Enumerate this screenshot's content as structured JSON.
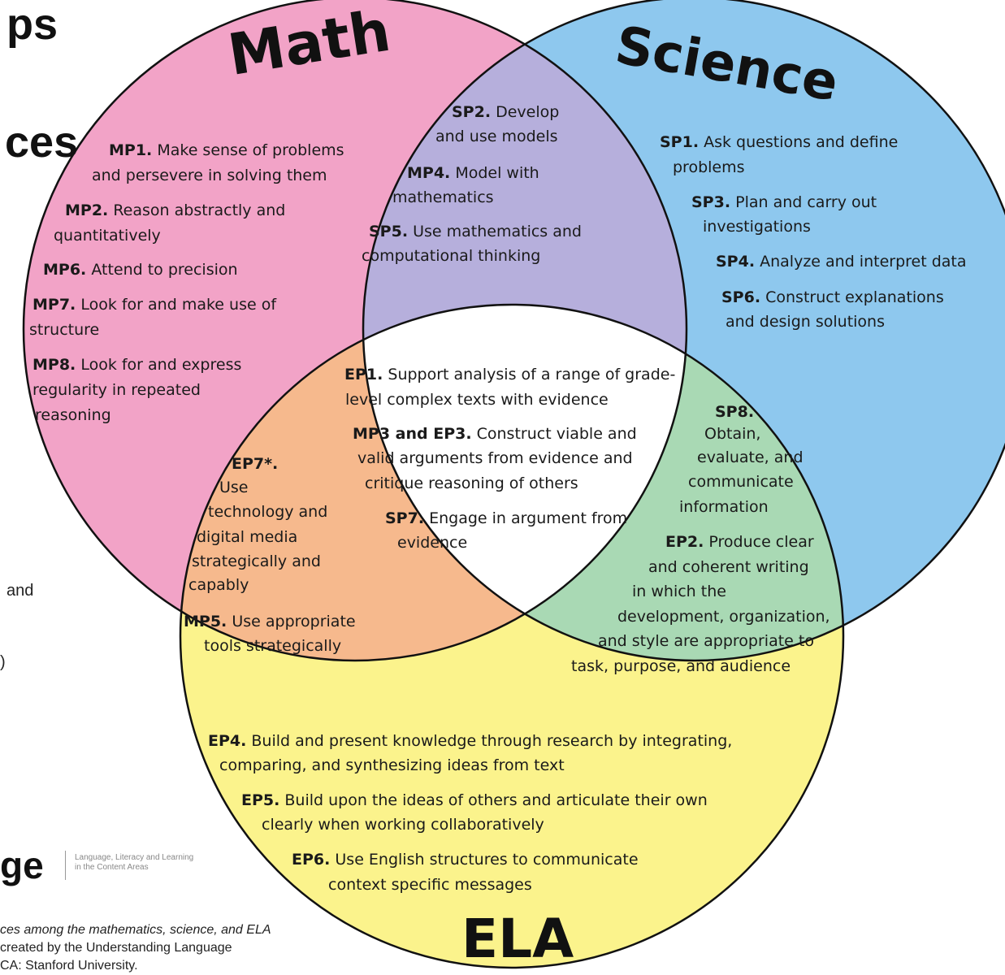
{
  "colors": {
    "math": "#f2a3c7",
    "science": "#8ec8ee",
    "ela": "#fbf38c",
    "math_science": "#b6afdc",
    "math_ela": "#f6b98d",
    "science_ela": "#a9d9b4",
    "center": "#ffffff",
    "stroke": "#111111"
  },
  "page_fragments": {
    "title_line1": "ps",
    "title_line2": "ces",
    "side_and": "and",
    "side_paren": ")",
    "logo_partial": "ge",
    "logo_tagline_1": "Language, Literacy and Learning",
    "logo_tagline_2": "in the Content Areas",
    "caption_1": "ces among the mathematics, science, and ELA",
    "caption_2": "created by the Understanding Language",
    "caption_3": "CA: Stanford University."
  },
  "labels": {
    "math": "Math",
    "science": "Science",
    "ela": "ELA"
  },
  "practices": {
    "mp1": {
      "code": "MP1.",
      "l1": "Make sense of problems",
      "l2": "and persevere in solving them"
    },
    "mp2": {
      "code": "MP2.",
      "l1": "Reason abstractly and",
      "l2": "quantitatively"
    },
    "mp6": {
      "code": "MP6.",
      "l1": "Attend to precision"
    },
    "mp7": {
      "code": "MP7.",
      "l1": "Look for and make use of",
      "l2": "structure"
    },
    "mp8": {
      "code": "MP8.",
      "l1": "Look for and express",
      "l2": "regularity in repeated",
      "l3": "reasoning"
    },
    "sp2": {
      "code": "SP2.",
      "l1": "Develop",
      "l2": "and use models"
    },
    "mp4": {
      "code": "MP4.",
      "l1": "Model with",
      "l2": "mathematics"
    },
    "sp5": {
      "code": "SP5.",
      "l1": "Use mathematics and",
      "l2": "computational thinking"
    },
    "sp1": {
      "code": "SP1.",
      "l1": "Ask questions and define",
      "l2": "problems"
    },
    "sp3": {
      "code": "SP3.",
      "l1": "Plan and carry out",
      "l2": "investigations"
    },
    "sp4": {
      "code": "SP4.",
      "l1": "Analyze and interpret data"
    },
    "sp6": {
      "code": "SP6.",
      "l1": "Construct explanations",
      "l2": "and design solutions"
    },
    "ep1": {
      "code": "EP1.",
      "l1": "Support analysis of a range of grade-",
      "l2": "level complex texts with evidence"
    },
    "mp3ep3": {
      "code": "MP3 and EP3.",
      "l1": "Construct viable and",
      "l2": "valid arguments from evidence and",
      "l3": "critique reasoning of others"
    },
    "sp7": {
      "code": "SP7.",
      "l1": "Engage in argument from",
      "l2": "evidence"
    },
    "ep7": {
      "code": "EP7*.",
      "l1": "Use",
      "l2": "technology and",
      "l3": "digital media",
      "l4": "strategically and",
      "l5": "capably"
    },
    "mp5": {
      "code": "MP5.",
      "l1": "Use appropriate",
      "l2": "tools strategically"
    },
    "sp8": {
      "code": "SP8.",
      "l1": "Obtain,",
      "l2": "evaluate, and",
      "l3": "communicate",
      "l4": "information"
    },
    "ep2": {
      "code": "EP2.",
      "l1": "Produce clear",
      "l2": "and coherent writing",
      "l3": "in which the",
      "l4": "development, organization,",
      "l5": "and style are appropriate to",
      "l6": "task, purpose, and audience"
    },
    "ep4": {
      "code": "EP4.",
      "l1": "Build and present knowledge through research by integrating,",
      "l2": "comparing, and synthesizing ideas from text"
    },
    "ep5": {
      "code": "EP5.",
      "l1": "Build upon the ideas of others and articulate their own",
      "l2": "clearly when working collaboratively"
    },
    "ep6": {
      "code": "EP6.",
      "l1": "Use English structures to communicate",
      "l2": "context specific messages"
    }
  }
}
